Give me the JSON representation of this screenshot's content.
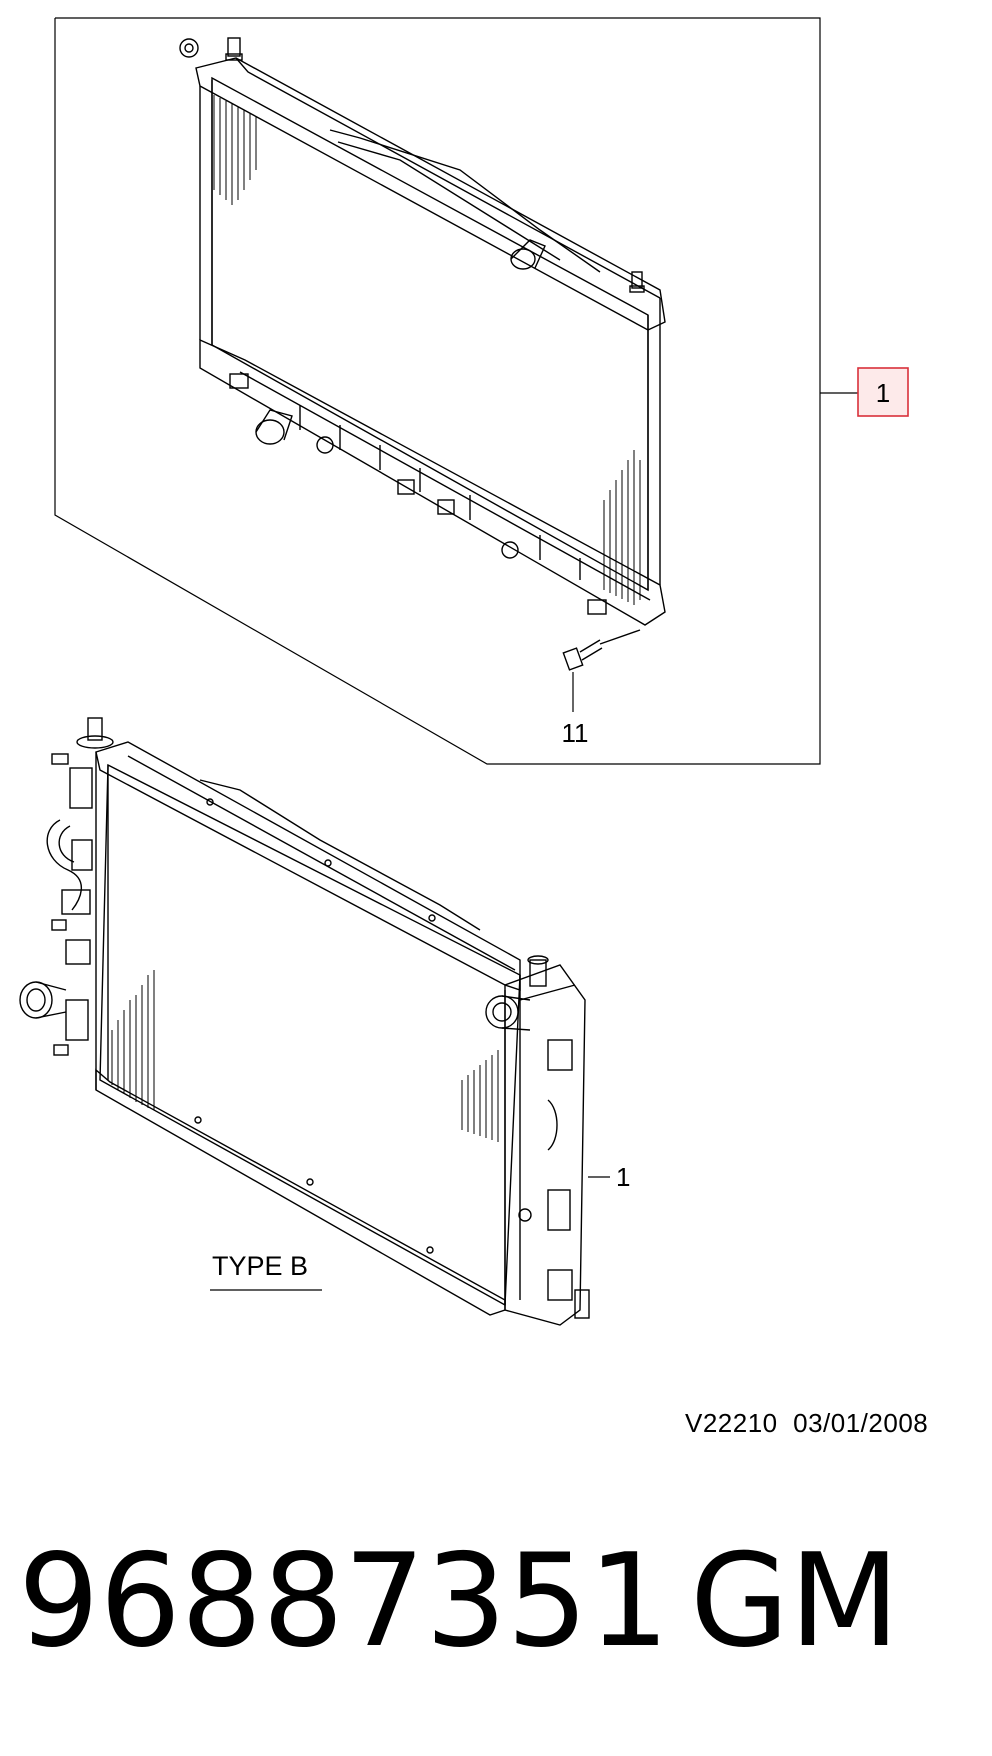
{
  "callouts": {
    "top_radiator": "1",
    "drain_plug": "11",
    "bottom_radiator": "1"
  },
  "variant_label": "TYPE B",
  "reference": {
    "code": "V22210",
    "date": "03/01/2008"
  },
  "part_number": "96887351",
  "brand": "GM",
  "colors": {
    "line": "#000000",
    "callout_box_border": "#d9303a",
    "callout_box_fill": "#fdeaea"
  }
}
